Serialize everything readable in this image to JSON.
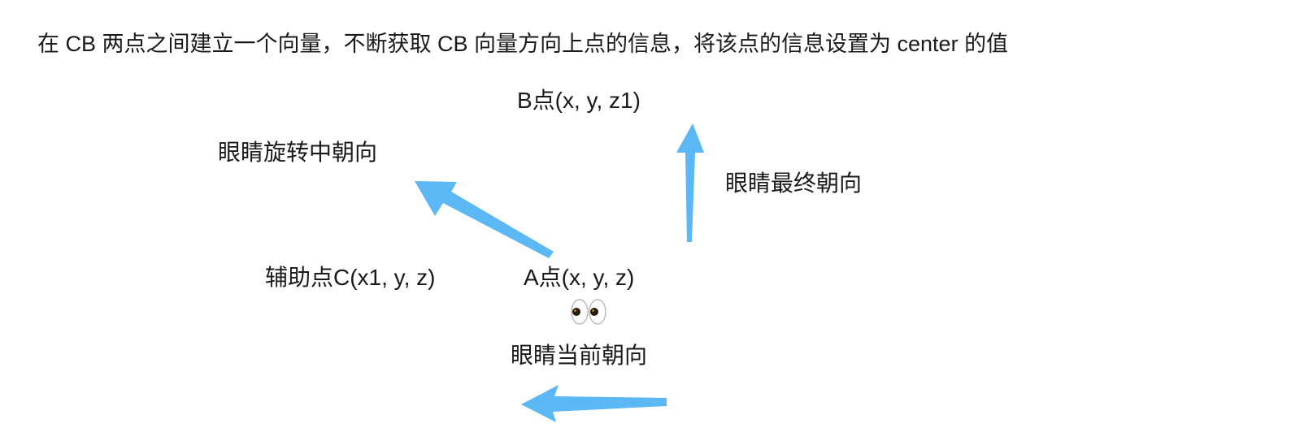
{
  "title": "在 CB 两点之间建立一个向量，不断获取 CB 向量方向上点的信息，将该点的信息设置为 center 的值",
  "labels": {
    "point_b": "B点(x, y, z1)",
    "rotating_direction": "眼睛旋转中朝向",
    "final_direction": "眼睛最终朝向",
    "helper_point_c": "辅助点C(x1, y, z)",
    "point_a": "A点(x, y, z)",
    "current_direction": "眼睛当前朝向"
  },
  "icons": {
    "eyes": "eyes-emoji"
  },
  "colors": {
    "arrow": "#5bb8f5",
    "text": "#1a1a1a",
    "background": "#ffffff"
  }
}
